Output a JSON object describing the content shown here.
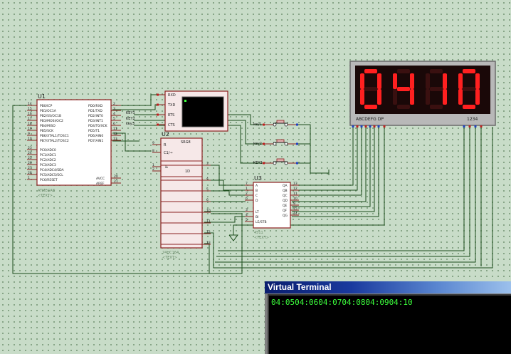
{
  "display": {
    "digits": [
      "0",
      "4",
      "1",
      "0"
    ],
    "segment_label": "ABCDEFG  DP",
    "digit_label": "1234",
    "segment_color": "#ff2020",
    "background_color": "#1a0808"
  },
  "u1": {
    "ref": "U1",
    "part": "ATMEGA8",
    "text_tag": "<TEXT>",
    "left_pins": [
      {
        "num": "14",
        "name": "PB0/ICP"
      },
      {
        "num": "15",
        "name": "PB1/OC1A"
      },
      {
        "num": "16",
        "name": "PB2/SS/OC1B"
      },
      {
        "num": "17",
        "name": "PB3/MOSI/OC2"
      },
      {
        "num": "18",
        "name": "PB4/MISO"
      },
      {
        "num": "19",
        "name": "PB5/SCK"
      },
      {
        "num": "9",
        "name": "PB6/XTAL1/TOSC1"
      },
      {
        "num": "10",
        "name": "PB7/XTAL2/TOSC2"
      },
      {
        "num": "23",
        "name": "PC0/ADC0"
      },
      {
        "num": "24",
        "name": "PC1/ADC1"
      },
      {
        "num": "25",
        "name": "PC2/ADC2"
      },
      {
        "num": "26",
        "name": "PC3/ADC3"
      },
      {
        "num": "27",
        "name": "PC4/ADC4/SDA"
      },
      {
        "num": "28",
        "name": "PC5/ADC5/SCL"
      },
      {
        "num": "1",
        "name": "PC6/RESET"
      }
    ],
    "right_pins": [
      {
        "num": "2",
        "name": "PD0/RXD"
      },
      {
        "num": "3",
        "name": "PD1/TXD"
      },
      {
        "num": "4",
        "name": "PD2/INT0"
      },
      {
        "num": "5",
        "name": "PD3/INT1"
      },
      {
        "num": "6",
        "name": "PD4/T0/XCK"
      },
      {
        "num": "11",
        "name": "PD5/T1"
      },
      {
        "num": "12",
        "name": "PD6/AIN0"
      },
      {
        "num": "13",
        "name": "PD7/AIN1"
      }
    ],
    "power_pins": [
      {
        "num": "20",
        "name": "AVCC"
      },
      {
        "num": "21",
        "name": "AREF"
      }
    ]
  },
  "net_labels": [
    "KEY1",
    "KEY2",
    "key3"
  ],
  "virtual_terminal_symbol": {
    "pins": [
      "RXD",
      "TXD",
      "RTS",
      "CTS"
    ]
  },
  "u2": {
    "ref": "U2",
    "part": "74HC164",
    "text_tag": "<TEXT>",
    "header": "SRG8",
    "pins_left": [
      {
        "num": "9",
        "name": "R"
      },
      {
        "num": "8",
        "name": "C1/→"
      },
      {
        "num": "1",
        "name": "&"
      },
      {
        "num": "2",
        "name": "1D"
      }
    ],
    "outputs": [
      "3",
      "4",
      "5",
      "6",
      "10",
      "11",
      "12",
      "13"
    ]
  },
  "u3": {
    "ref": "U3",
    "part": "4511",
    "text_tag": "<TEXT>",
    "inputs": [
      {
        "num": "7",
        "name": "A"
      },
      {
        "num": "1",
        "name": "B"
      },
      {
        "num": "2",
        "name": "C"
      },
      {
        "num": "6",
        "name": "D"
      },
      {
        "num": "3",
        "name": "LT"
      },
      {
        "num": "4",
        "name": "BI"
      },
      {
        "num": "5",
        "name": "LE/STB"
      }
    ],
    "outputs": [
      {
        "num": "13",
        "name": "QA"
      },
      {
        "num": "12",
        "name": "QB"
      },
      {
        "num": "11",
        "name": "QC"
      },
      {
        "num": "10",
        "name": "QD"
      },
      {
        "num": "9",
        "name": "QE"
      },
      {
        "num": "15",
        "name": "QF"
      },
      {
        "num": "14",
        "name": "QG"
      }
    ]
  },
  "keys": [
    {
      "label": "key1"
    },
    {
      "label": "key2"
    },
    {
      "label": "KEY3"
    }
  ],
  "terminal": {
    "title": "Virtual Terminal",
    "output": "04:0504:0604:0704:0804:0904:10"
  }
}
